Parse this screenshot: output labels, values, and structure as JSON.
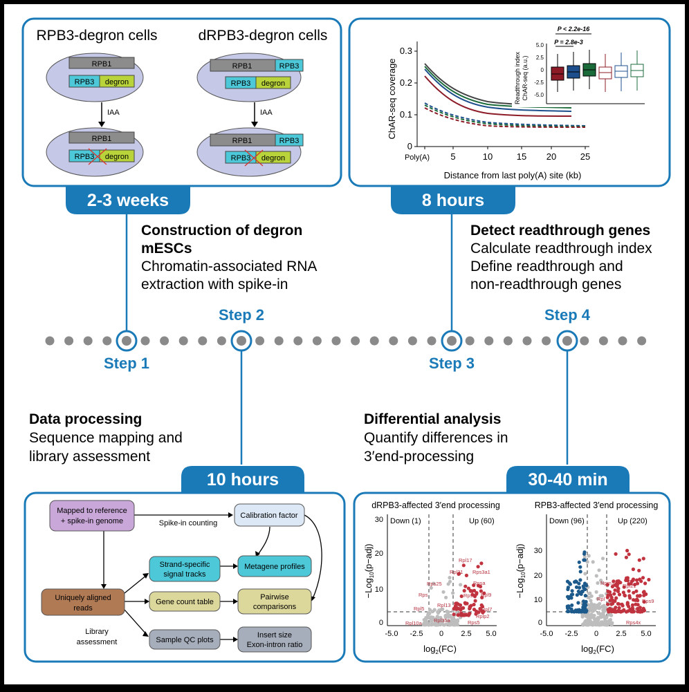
{
  "panels": {
    "degron": {
      "left_title": "RPB3-degron cells",
      "right_title": "dRPB3-degron cells",
      "rpb1": "RPB1",
      "rpb3": "RPB3",
      "degron": "degron",
      "iaa": "IAA",
      "time": "2-3 weeks"
    },
    "coverage": {
      "time": "8 hours",
      "ylabel": "ChAR-seq coverage",
      "xlabel": "Distance from last poly(A) site (kb)",
      "yticks": [
        "0",
        "0.1",
        "0.2",
        "0.3"
      ],
      "xticks": [
        "Poly(A)",
        "5",
        "10",
        "15",
        "20",
        "25"
      ],
      "inset_ylabel1": "Readthrough index",
      "inset_ylabel2": "ChAR-seq (a.u.)",
      "inset_yticks": [
        "5.0",
        "2.5",
        "0",
        "-2.5",
        "-5.0"
      ],
      "p1": "P < 2.2e-16",
      "p2": "P = 2.8e-3"
    },
    "processing": {
      "time": "10 hours",
      "mapped": "Mapped to reference",
      "mapped2": "+ spike-in genome",
      "spikein": "Spike-in counting",
      "calib": "Calibration factor",
      "strand1": "Strand-specific",
      "strand2": "signal tracks",
      "metagene": "Metagene profiles",
      "unique1": "Uniquely aligned",
      "unique2": "reads",
      "genecount": "Gene count table",
      "pairwise1": "Pairwise",
      "pairwise2": "comparisons",
      "libassess1": "Library",
      "libassess2": "assessment",
      "qc": "Sample QC plots",
      "insert1": "Insert size",
      "insert2": "Exon-intron ratio"
    },
    "differential": {
      "time": "30-40 min",
      "left_title": "dRPB3-affected 3′end processing",
      "right_title": "RPB3-affected 3′end processing",
      "left_down": "Down (1)",
      "left_up": "Up (60)",
      "right_down": "Down (96)",
      "right_up": "Up (220)",
      "ylabel_pre": "−Log",
      "ylabel_sub": "10",
      "ylabel_post": "(p−adj)",
      "xlabel_pre": "log",
      "xlabel_sub": "2",
      "xlabel_post": "(FC)",
      "xticks": [
        "-5.0",
        "-2.5",
        "0",
        "2.5",
        "5.0"
      ],
      "yticks_left": [
        "0",
        "10",
        "20",
        "30"
      ],
      "yticks_right": [
        "0",
        "10",
        "20",
        "30"
      ],
      "left_genes": [
        "Rpl17",
        "Rpl31",
        "Rps3a1",
        "Rps25",
        "Rpsa",
        "Rps",
        "Rps1",
        "Rpl9",
        "Rpl5",
        "Rpl13",
        "Rpl10a",
        "Rpl35a",
        "Rpl2",
        "Rps5",
        "Rpl7",
        "Rplp2"
      ],
      "right_genes": [
        "Npm1",
        "Rpl21",
        "Rpl",
        "Rps9",
        "Rpl10a",
        "Rps4x"
      ]
    }
  },
  "steps": {
    "step1": {
      "label": "Step 1",
      "title1": "Construction of degron",
      "title2": "mESCs",
      "desc1": "Chromatin-associated RNA",
      "desc2": "extraction with spike-in"
    },
    "step2": {
      "label": "Step 2",
      "title": "Data processing",
      "desc1": "Sequence mapping and",
      "desc2": "library assessment"
    },
    "step3": {
      "label": "Step 3",
      "title": "Detect readthrough genes",
      "desc1": "Calculate readthrough index",
      "desc2": "Define readthrough and",
      "desc3": "non-readthrough genes"
    },
    "step4": {
      "label": "Step 4",
      "title": "Differential analysis",
      "desc1": "Quantify differences in",
      "desc2": "3′end-processing"
    }
  },
  "colors": {
    "accent": "#1a7ab8",
    "volcano_up": "#c0333f",
    "volcano_down": "#1d5a8c",
    "volcano_ns": "#bdbdbd"
  }
}
